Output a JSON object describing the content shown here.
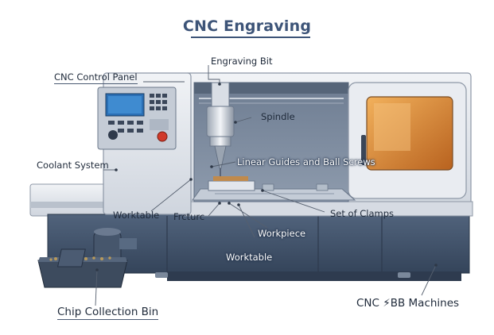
{
  "title": "CNC Engraving",
  "labels": {
    "engraving_bit": "Engraving Bit",
    "cnc_control_panel": "CNC Control Panel",
    "spindle": "Spindle",
    "coolant_system": "Coolant System",
    "linear_guides": "Linear Guides and Ball Screws",
    "worktable_left": "Worktable",
    "fixture": "Frcturc",
    "set_of_clamps": "Set of Clamps",
    "workpiece": "Workpiece",
    "worktable_bottom": "Worktable",
    "chip_collection_bin": "Chip Collection Bin",
    "brand": "CNC ⚡BB Machines"
  },
  "colors": {
    "title": "#3d5478",
    "machine_body": "#dfe3ea",
    "machine_base": "#3e4f66",
    "window_glow": "#d9893a",
    "screen": "#2a6fb5"
  }
}
